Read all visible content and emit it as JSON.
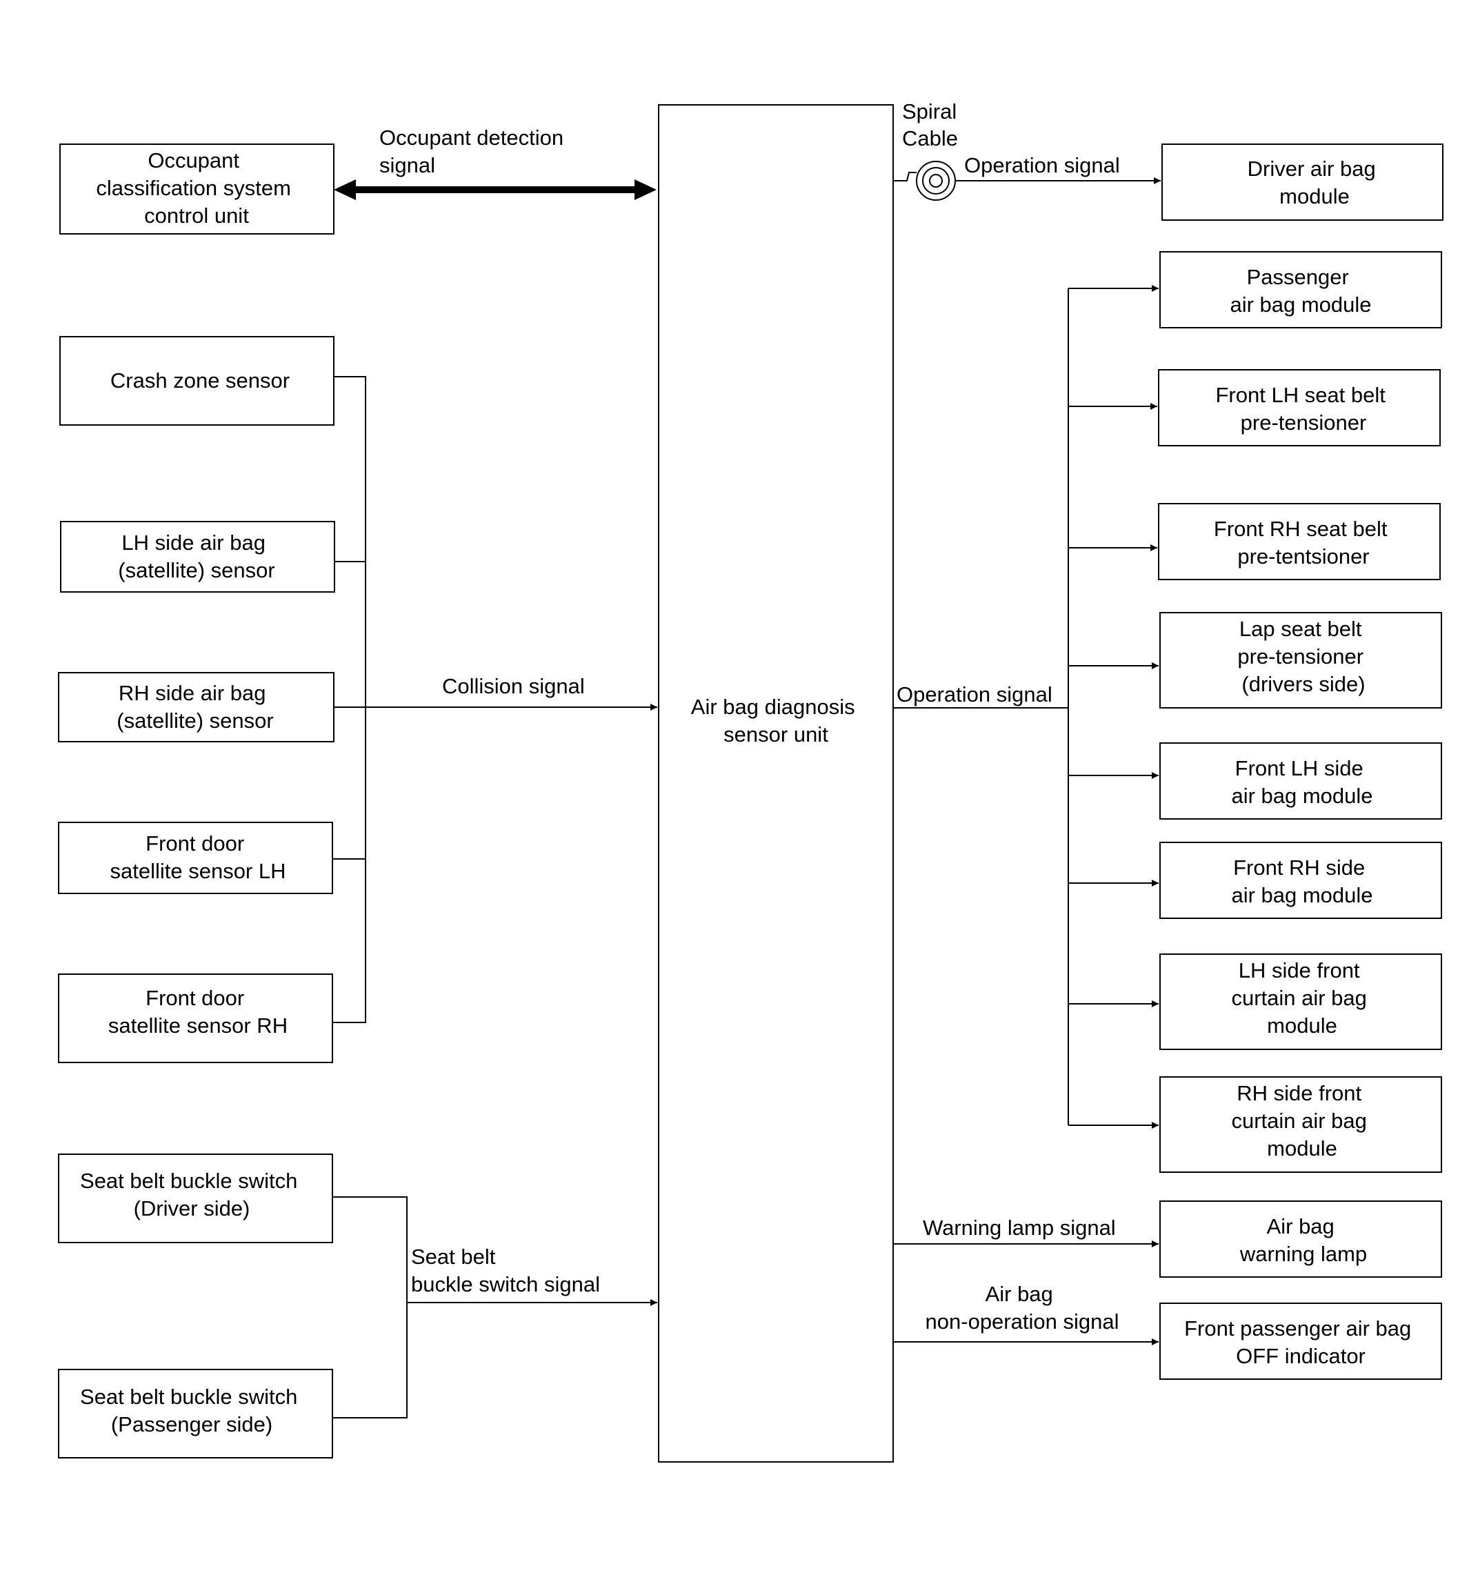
{
  "center_unit": {
    "lines": [
      "Air bag diagnosis",
      "sensor unit"
    ]
  },
  "left_boxes": {
    "occupant_unit": [
      "Occupant",
      "classification system",
      "control unit"
    ],
    "crash_zone": [
      "Crash zone sensor"
    ],
    "lh_side_sensor": [
      "LH side air bag",
      "(satellite) sensor"
    ],
    "rh_side_sensor": [
      "RH side air bag",
      "(satellite) sensor"
    ],
    "door_lh": [
      "Front door",
      "satellite sensor LH"
    ],
    "door_rh": [
      "Front door",
      "satellite sensor RH"
    ],
    "buckle_driver": [
      "Seat belt buckle switch",
      "(Driver side)"
    ],
    "buckle_passenger": [
      "Seat belt buckle switch",
      "(Passenger side)"
    ]
  },
  "right_boxes": {
    "driver_module": [
      "Driver air bag",
      "module"
    ],
    "passenger_module": [
      "Passenger",
      "air bag module"
    ],
    "front_lh_pret": [
      "Front LH seat belt",
      "pre-tensioner"
    ],
    "front_rh_pret": [
      "Front RH seat belt",
      "pre-tentsioner"
    ],
    "lap_pret": [
      "Lap seat belt",
      "pre-tensioner",
      "(drivers side)"
    ],
    "front_lh_side": [
      "Front LH side",
      "air bag module"
    ],
    "front_rh_side": [
      "Front RH side",
      "air bag module"
    ],
    "lh_curtain": [
      "LH side front",
      "curtain air bag",
      "module"
    ],
    "rh_curtain": [
      "RH side front",
      "curtain air bag",
      "module"
    ],
    "warning_lamp": [
      "Air bag",
      "warning lamp"
    ],
    "off_indicator": [
      "Front passenger air bag",
      "OFF indicator"
    ]
  },
  "signals": {
    "occupant_detection": [
      "Occupant detection",
      "signal"
    ],
    "spiral_cable": [
      "Spiral",
      "Cable"
    ],
    "operation_top": [
      "Operation signal"
    ],
    "collision": [
      "Collision signal"
    ],
    "operation_mid": [
      "Operation signal"
    ],
    "seat_belt_buckle": [
      "Seat belt",
      "buckle switch signal"
    ],
    "warning_lamp_signal": [
      "Warning lamp signal"
    ],
    "non_operation": [
      "Air bag",
      "non-operation signal"
    ]
  }
}
